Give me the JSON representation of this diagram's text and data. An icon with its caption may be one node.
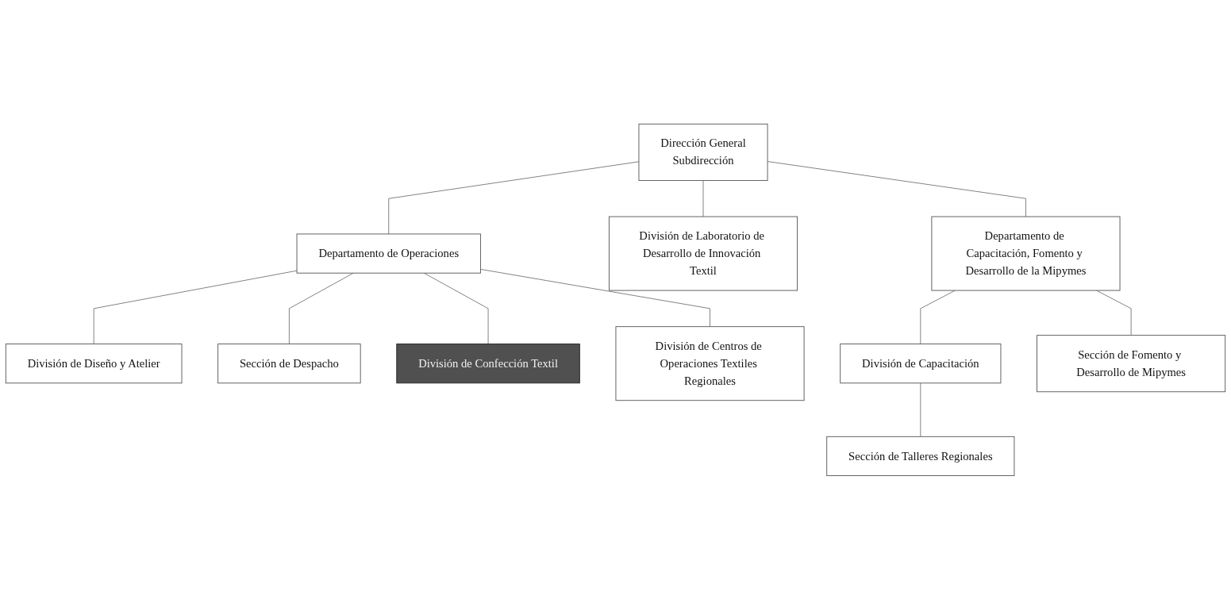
{
  "diagram": {
    "nodes": [
      {
        "text": [
          "Dirección General",
          "Subdirección"
        ]
      },
      {
        "text": [
          "Departamento de Operaciones"
        ]
      },
      {
        "text": [
          "División de Laboratorio de Desarrollo de Innovación Textil"
        ]
      },
      {
        "text": [
          "Departamento de Capacitación, Fomento y Desarrollo de la Mipymes"
        ]
      },
      {
        "text": [
          "División de Diseño y Atelier"
        ]
      },
      {
        "text": [
          "Sección de Despacho"
        ]
      },
      {
        "text": [
          "División de Confección Textil"
        ]
      },
      {
        "text": [
          "División de Centros de Operaciones Textiles Regionales"
        ]
      },
      {
        "text": [
          "División de Capacitación"
        ]
      },
      {
        "text": [
          "Sección de Talleres Regionales"
        ]
      },
      {
        "text": [
          "Sección de Fomento y Desarrollo de Mipymes"
        ]
      }
    ],
    "edges": [
      {
        "from": 0,
        "to": 1,
        "arrow": "none"
      },
      {
        "from": 0,
        "to": 2,
        "arrow": "none"
      },
      {
        "from": 0,
        "to": 3,
        "arrow": "none"
      },
      {
        "from": 1,
        "to": 4,
        "arrow": "none"
      },
      {
        "from": 1,
        "to": 5,
        "arrow": "none"
      },
      {
        "from": 1,
        "to": 6,
        "arrow": "none"
      },
      {
        "from": 1,
        "to": 7,
        "arrow": "none"
      },
      {
        "from": 3,
        "to": 8,
        "arrow": "none"
      },
      {
        "from": 3,
        "to": 10,
        "arrow": "none"
      },
      {
        "from": 8,
        "to": 9,
        "arrow": "none"
      }
    ]
  }
}
